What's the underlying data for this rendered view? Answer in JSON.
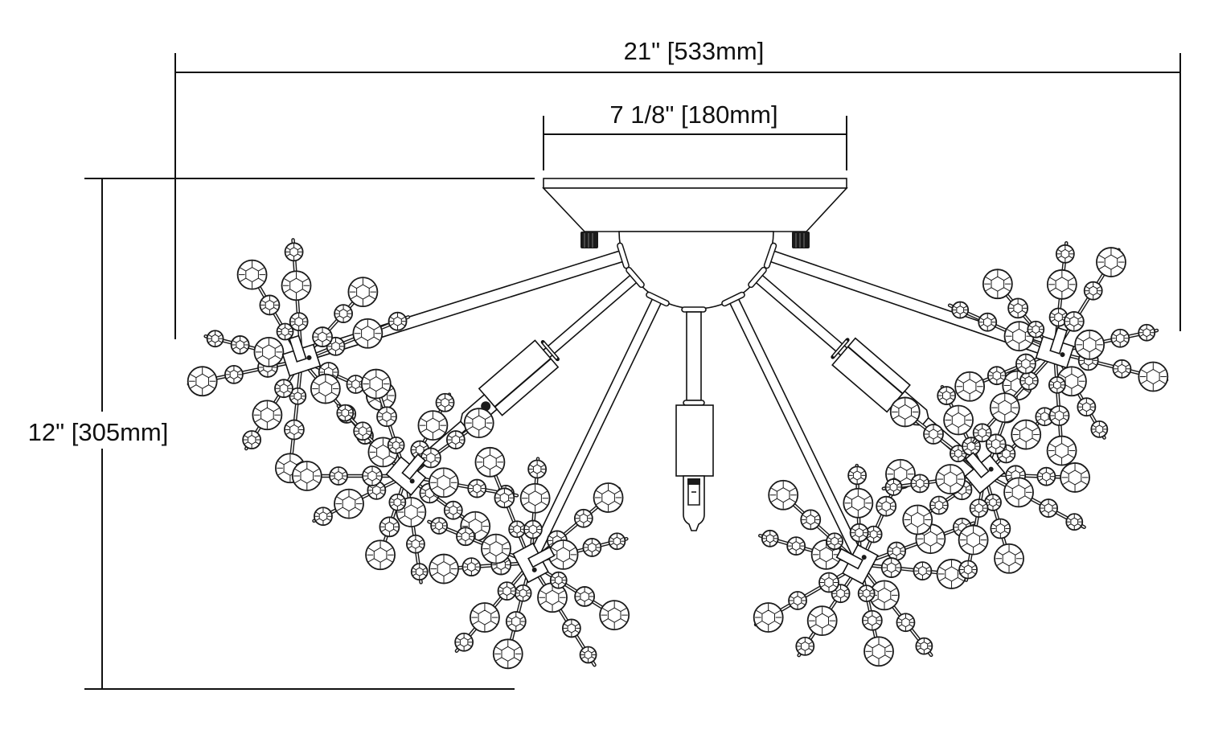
{
  "drawing": {
    "type": "product dimension drawing",
    "subject": "sputnik-style crystal flush mount ceiling light",
    "line_color": "#111111",
    "background_color": "#ffffff"
  },
  "dimensions": {
    "overall_width": {
      "label": "21\" [533mm]",
      "inches": 21,
      "mm": 533
    },
    "canopy_width": {
      "label": "7 1/8\" [180mm]",
      "inches": 7.125,
      "mm": 180
    },
    "overall_height": {
      "label": "12\" [305mm]",
      "inches": 12,
      "mm": 305
    }
  },
  "components": {
    "canopy": "canopy-plate",
    "center_body": "dome",
    "arm_count": 7,
    "crystal_clusters": 6,
    "exposed_bulb": "center-down bulb"
  }
}
